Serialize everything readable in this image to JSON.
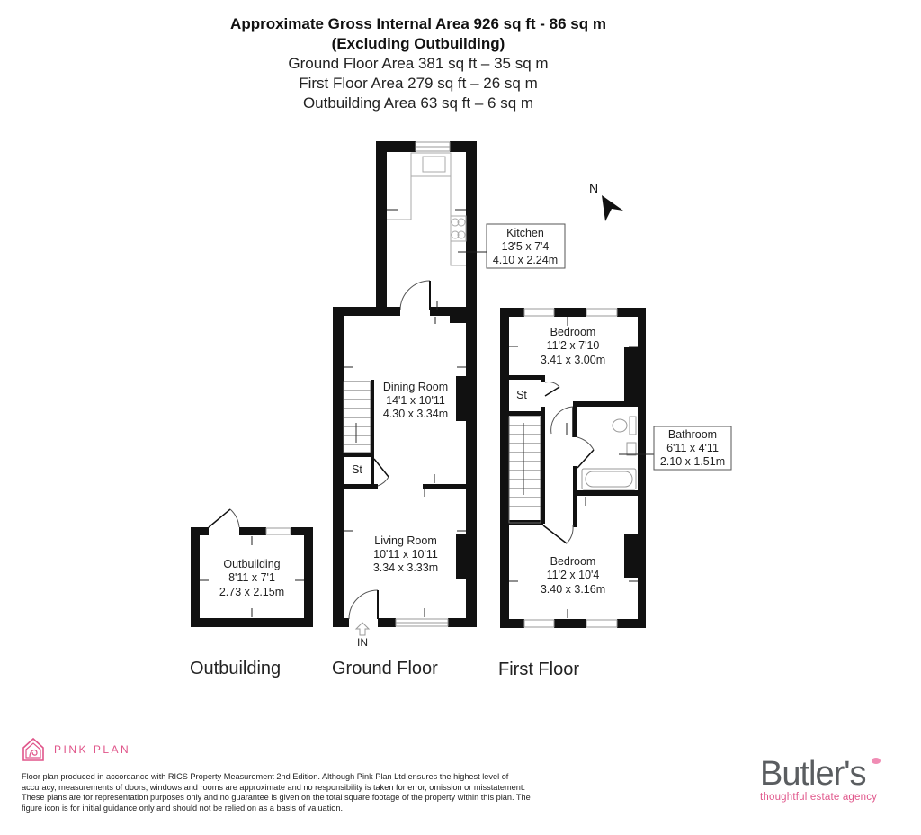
{
  "header": {
    "title_line1": "Approximate Gross Internal Area 926 sq ft - 86 sq m",
    "title_line2": "(Excluding Outbuilding)",
    "areas": [
      "Ground Floor Area 381 sq ft – 35 sq m",
      "First Floor Area 279 sq ft – 26 sq m",
      "Outbuilding Area 63 sq ft – 6 sq m"
    ]
  },
  "compass": {
    "label": "N",
    "icon": "north-arrow-icon"
  },
  "floors": {
    "outbuilding": {
      "label": "Outbuilding"
    },
    "ground": {
      "label": "Ground Floor",
      "entrance_label": "IN"
    },
    "first": {
      "label": "First Floor"
    }
  },
  "rooms": {
    "kitchen": {
      "name": "Kitchen",
      "imperial": "13'5 x 7'4",
      "metric": "4.10 x 2.24m"
    },
    "dining": {
      "name": "Dining Room",
      "imperial": "14'1 x 10'11",
      "metric": "4.30 x 3.34m"
    },
    "living": {
      "name": "Living Room",
      "imperial": "10'11 x 10'11",
      "metric": "3.34 x 3.33m"
    },
    "ground_store": {
      "name": "St"
    },
    "bedroom1": {
      "name": "Bedroom",
      "imperial": "11'2 x 7'10",
      "metric": "3.41 x 3.00m"
    },
    "first_store": {
      "name": "St"
    },
    "bathroom": {
      "name": "Bathroom",
      "imperial": "6'11 x 4'11",
      "metric": "2.10 x 1.51m"
    },
    "bedroom2": {
      "name": "Bedroom",
      "imperial": "11'2 x 10'4",
      "metric": "3.40 x 3.16m"
    },
    "outbuilding": {
      "name": "Outbuilding",
      "imperial": "8'11 x 7'1",
      "metric": "2.73 x 2.15m"
    }
  },
  "footer": {
    "brand": "PINK PLAN",
    "disclaimer": "Floor plan produced in accordance with RICS Property Measurement 2nd Edition. Although Pink Plan Ltd ensures the highest level of accuracy, measurements of doors, windows and rooms are approximate and no responsibility is taken for error, omission or misstatement. These plans are for representation purposes only and no guarantee is given on the total square footage of the property within this plan. The figure icon is for initial guidance only and should not be relied on as a basis of valuation.",
    "agency_name": "Butler's",
    "agency_tagline": "thoughtful estate agency"
  },
  "colors": {
    "wall": "#111111",
    "pink": "#e0558a",
    "agency_grey": "#5a5d60"
  }
}
